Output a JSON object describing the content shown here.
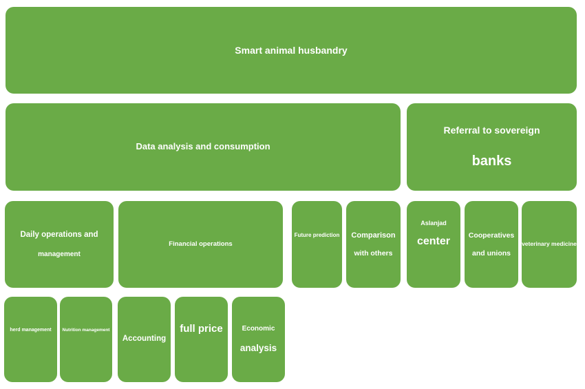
{
  "palette": {
    "box_green": "#6aab47",
    "text_white": "#ffffff",
    "page_bg": "#ffffff"
  },
  "diagram": {
    "root": {
      "label": "Smart animal husbandry"
    },
    "level2": {
      "data_analysis": {
        "label": "Data analysis and consumption"
      },
      "referral_banks": {
        "line1": "Referral to sovereign",
        "line2": "banks"
      }
    },
    "level3": {
      "daily_operations": {
        "line1": "Daily operations and",
        "line2": "management"
      },
      "financial_operations": {
        "label": "Financial operations"
      },
      "future_prediction": {
        "label": "Future prediction"
      },
      "comparison": {
        "line1": "Comparison",
        "line2": "with others"
      },
      "aslanjad_center": {
        "line1": "Aslanjad",
        "line2": "center"
      },
      "cooperatives": {
        "line1": "Cooperatives",
        "line2": "and unions"
      },
      "veterinary_medicine": {
        "label": "veterinary medicine"
      }
    },
    "level4": {
      "herd_management": {
        "label": "herd management"
      },
      "nutrition_management": {
        "label": "Nutrition management"
      },
      "accounting": {
        "label": "Accounting"
      },
      "full_price": {
        "label": "full price"
      },
      "economic_analysis": {
        "line1": "Economic",
        "line2": "analysis"
      }
    }
  }
}
